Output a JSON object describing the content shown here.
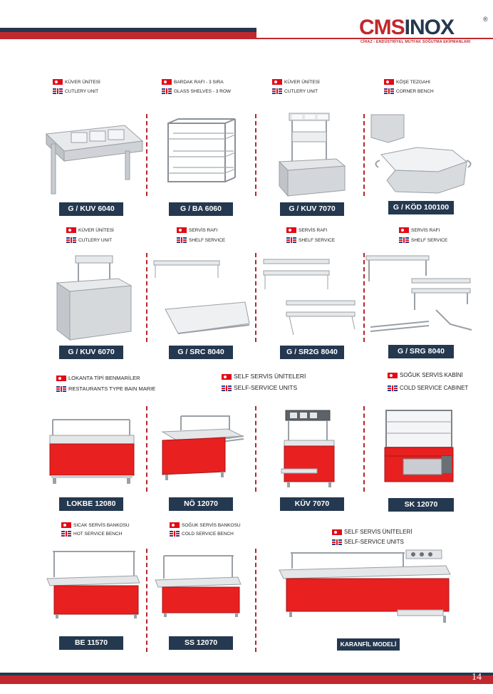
{
  "brand": {
    "name_part1": "CMS",
    "name_part2": "INOX",
    "registered": "®",
    "tagline": "CİHAZ - ENDÜSTRİYEL MUTFAK SOĞUTMA EKİPMANLARI"
  },
  "colors": {
    "red": "#c0282d",
    "navy": "#24384f",
    "equipment_red": "#e8201f",
    "steel": "#c9ccd0"
  },
  "row1": [
    {
      "tr": "KÜVER ÜNİTESİ",
      "en": "CUTLERY UNIT",
      "code": "G / KUV 6040"
    },
    {
      "tr": "BARDAK RAFI - 3 SIRA",
      "en": "GLASS SHELVES - 3 ROW",
      "code": "G / BA 6060"
    },
    {
      "tr": "KÜVER ÜNİTESİ",
      "en": "CUTLERY UNIT",
      "code": "G / KUV 7070"
    },
    {
      "tr": "KÖŞE TEZGAHI",
      "en": "CORNER BENCH",
      "code": "G / KÖD 100100"
    }
  ],
  "row2": [
    {
      "tr": "KÜVER ÜNİTESİ",
      "en": "CUTLERY UNIT",
      "code": "G / KUV 6070"
    },
    {
      "tr": "SERVİS RAFI",
      "en": "SHELF SERVICE",
      "code": "G / SRC 8040"
    },
    {
      "tr": "SERVİS RAFI",
      "en": "SHELF SERVICE",
      "code": "G / SR2G 8040"
    },
    {
      "tr": "SERVİS RAFI",
      "en": "SHELF SERVICE",
      "code": "G / SRG 8040"
    }
  ],
  "row3": [
    {
      "tr": "LOKANTA TİPİ BENMARİLER",
      "en": "RESTAURANTS TYPE BAIN MARIE",
      "code": "LOKBE 12080"
    },
    {
      "tr": "SELF SERVİS ÜNİTELERİ",
      "en": "SELF-SERVICE UNITS",
      "code": "NÖ 12070"
    },
    {
      "code": "KÜV 7070"
    },
    {
      "tr": "SOĞUK SERVİS KABİNİ",
      "en": "COLD SERVICE CABINET",
      "code": "SK 12070"
    }
  ],
  "row4": [
    {
      "tr": "SICAK SERVİS BANKOSU",
      "en": "HOT SERVICE BENCH",
      "code": "BE 11570"
    },
    {
      "tr": "SOĞUK SERVİS BANKOSU",
      "en": "COLD SERVICE BENCH",
      "code": "SS 12070"
    },
    {
      "tr": "SELF SERVİS ÜNİTELERİ",
      "en": "SELF-SERVICE UNITS",
      "code": "KARANFİL MODELİ"
    }
  ],
  "page_number": "14"
}
